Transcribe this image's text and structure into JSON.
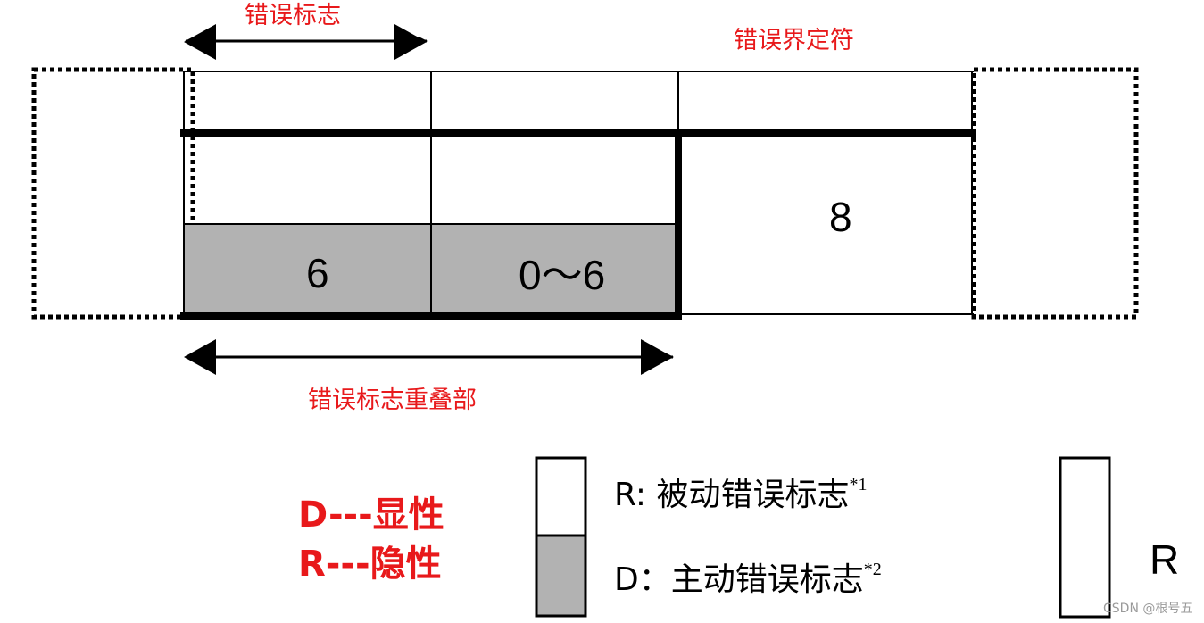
{
  "labels": {
    "error_flag": "错误标志",
    "error_delimiter": "错误界定符",
    "overlap": "错误标志重叠部",
    "val_6": "6",
    "val_0_6": "0～6",
    "val_8": "8"
  },
  "notes": {
    "d_dominant": "D---显性",
    "r_recessive": "R---隐性"
  },
  "legend": {
    "r_text": "R:  被动错误标志",
    "r_sup": "*1",
    "d_text": "D：主动错误标志",
    "d_sup": "*2",
    "r_box_label": "R"
  },
  "watermark": "CSDN @根号五",
  "colors": {
    "red": "#e8191b",
    "gray_fill": "#b2b2b2",
    "black": "#000000"
  }
}
